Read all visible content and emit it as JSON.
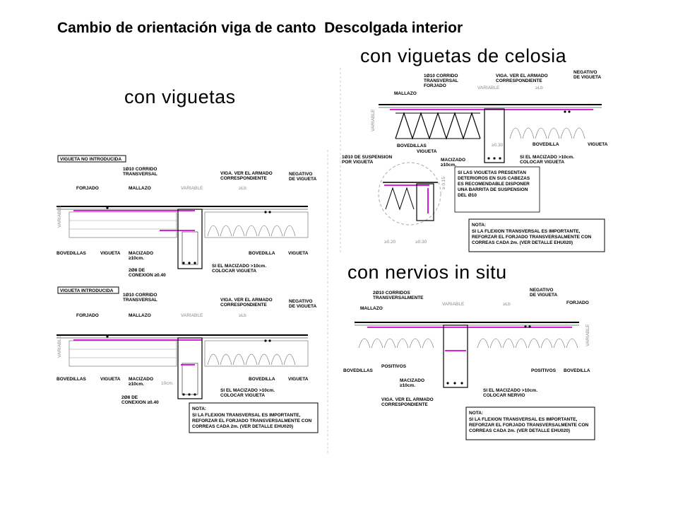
{
  "title": "Cambio de orientación viga de canto  Descolgada interior",
  "headings": {
    "viguetas": "con viguetas",
    "celosia": "con viguetas de celosia",
    "nervios": "con nervios in situ"
  },
  "labels": {
    "vig_no_intro": "VIGUETA NO INTRODUCIDA",
    "vig_intro": "VIGUETA INTRODUCIDA",
    "corrido_1": "1Ø10 CORRIDO",
    "transversal": "TRANSVERSAL",
    "corrido_forjado": "FORJADO",
    "corrido_2": "2Ø10 CORRIDOS",
    "transversalmente": "TRANSVERSALMENTE",
    "viga_armado_1": "VIGA. VER EL ARMADO",
    "viga_armado_2": "CORRESPONDIENTE",
    "negativo_1": "NEGATIVO",
    "negativo_2": "DE VIGUETA",
    "forjado": "FORJADO",
    "mallazo": "MALLAZO",
    "variable": "VARIABLE",
    "lb": "≥Lb",
    "bovedillas": "BOVEDILLAS",
    "bovedilla": "BOVEDILLA",
    "vigueta": "VIGUETA",
    "macizado_1": "MACIZADO",
    "macizado_2": "≥10cm.",
    "conexion_1": "2Ø8 DE",
    "conexion_2": "CONEXION ≥0.40",
    "conexion_alt": "2Ø8 DE",
    "si_macizado_1": "SI EL MACIZADO >10cm.",
    "si_macizado_2": "COLOCAR VIGUETA",
    "colocar_nervio": "COLOCAR NERVIO",
    "nota": "NOTA:",
    "nota_1": "SI LA FLEXION TRANSVERSAL ES IMPORTANTE,",
    "nota_2": "REFORZAR EL FORJADO TRANSVERSALMENTE CON",
    "nota_3": "CORREAS CADA 2m. (VER DETALLE EHU020)",
    "suspension_1": "1Ø10 DE SUSPENSION",
    "suspension_2": "POR VIGUETA",
    "deterioro_1": "SI LAS VIGUETAS PRESENTAN",
    "deterioro_2": "DETERIOROS EN SUS CABEZAS",
    "deterioro_3": "ES RECOMENDABLE DISPONER",
    "deterioro_4": "UNA BARRITA DE SUSPENSION",
    "deterioro_5": "DEL Ø10",
    "d030": "≥0.30",
    "d020": "≥0.20",
    "d015": "≥ 0.15",
    "positivos": "POSITIVOS",
    "tencm": "10cm."
  }
}
